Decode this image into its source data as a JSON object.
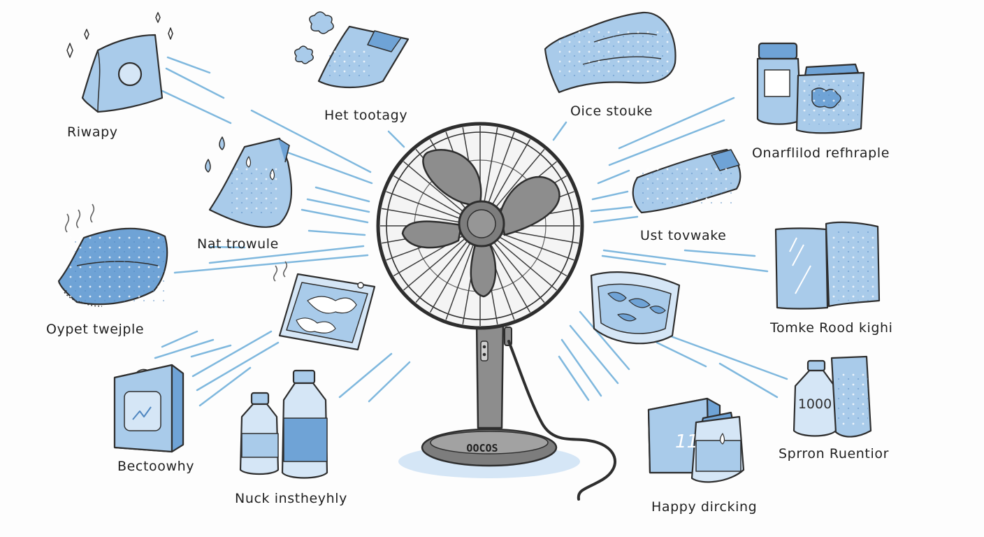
{
  "labels": {
    "riwapy": "Riwapy",
    "het_tootagy": "Het tootagy",
    "oice_stouke": "Oice stouke",
    "onarflilod": "Onarflilod refhraple",
    "nat_trowule": "Nat trowule",
    "ust_tovwake": "Ust tovwake",
    "oypet": "Oypet twejple",
    "tomke": "Tomke Rood kighi",
    "bectoowhy": "Bectoowhy",
    "nuck": "Nuck instheyhly",
    "happy": "Happy dircking",
    "sprron": "Sprron Ruentior"
  },
  "item_text": {
    "fan_base_text": "OOCOS",
    "bottle_label": "1000",
    "book_number": "11"
  },
  "colors": {
    "ice_blue": "#a9cbea",
    "ice_blue_dark": "#6fa3d6",
    "ice_blue_light": "#d5e6f6",
    "fan_gray": "#8d8d8d",
    "fan_gray_dark": "#5f5f5f",
    "outline": "#2e2e2e",
    "air_streak": "#7fb8de"
  },
  "icons": [
    "fan-icon",
    "cold-pack-icon",
    "ice-bag-icon",
    "water-bottle-icon",
    "towel-icon",
    "cooling-gel-tray-icon"
  ]
}
